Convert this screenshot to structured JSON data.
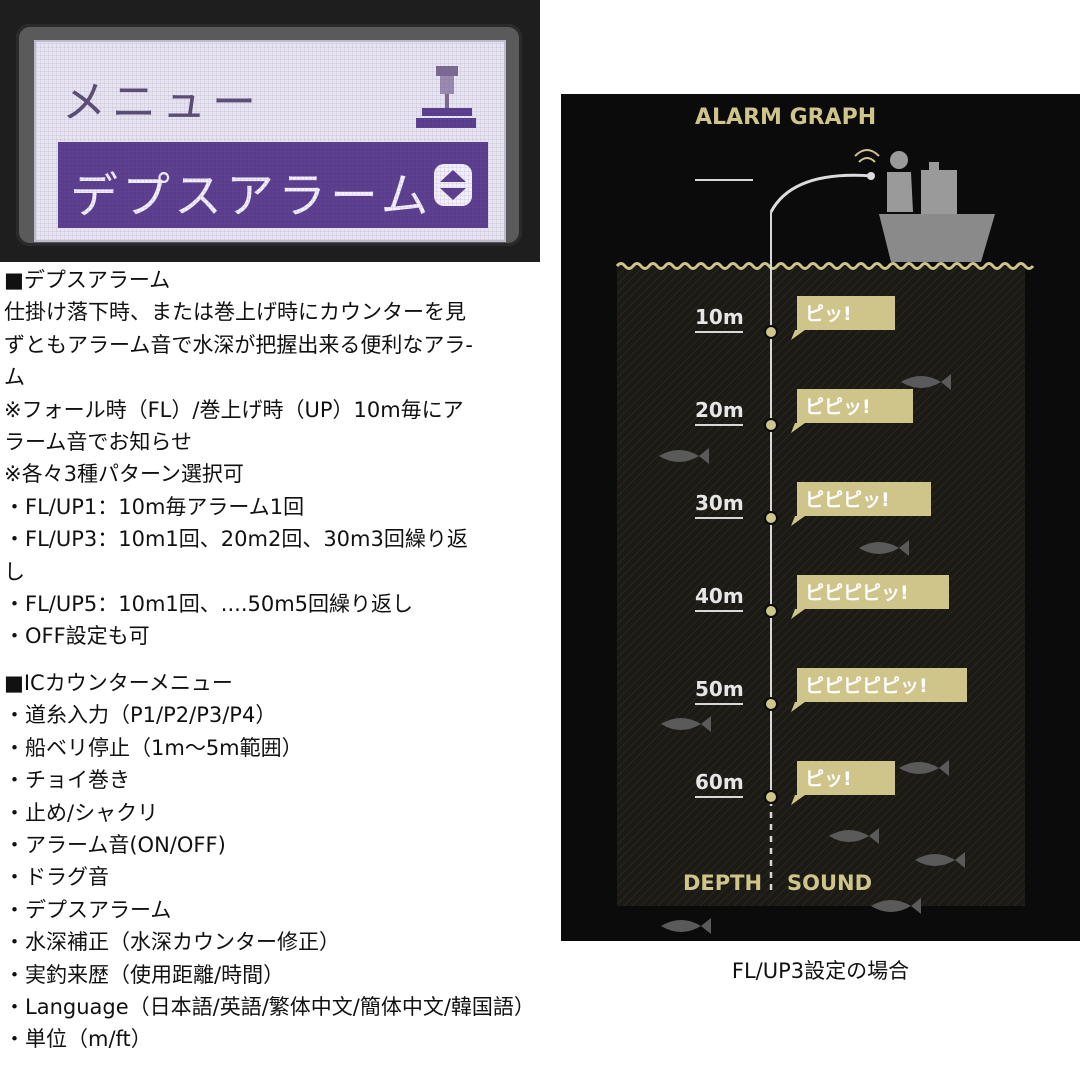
{
  "lcd": {
    "menu_title": "メニュー",
    "selected_item": "デプスアラーム",
    "icons": [
      "angler-icon",
      "up-down-arrow-icon"
    ]
  },
  "spec": {
    "lines": [
      "■デプスアラーム",
      "仕掛け落下時、または巻上げ時にカウンターを見",
      "ずともアラーム音で水深が把握出来る便利なアラ-",
      "ム",
      "※フォール時（FL）/巻上げ時（UP）10m毎にア",
      "ラーム音でお知らせ",
      "※各々3種パターン選択可",
      "・FL/UP1：10m毎アラーム1回",
      "・FL/UP3：10m1回、20m2回、30m3回繰り返",
      "し",
      "・FL/UP5：10m1回、....50m5回繰り返し",
      "・OFF設定も可",
      "",
      "■ICカウンターメニュー",
      "・道糸入力（P1/P2/P3/P4）",
      "・船ベリ停止（1m〜5m範囲）",
      "・チョイ巻き",
      "・止め/シャクリ",
      "・アラーム音(ON/OFF)",
      "・ドラグ音",
      "・デプスアラーム",
      "・水深補正（水深カウンター修正）",
      "・実釣来歴（使用距離/時間）",
      "・Language（日本語/英語/繁体中文/簡体中文/韓国語）",
      "・単位（m/ft）"
    ]
  },
  "graph": {
    "title": "ALARM GRAPH",
    "footer_left": "DEPTH",
    "footer_right": "SOUND",
    "colors": {
      "background": "#0b0b0b",
      "water": "#1c1a14",
      "accent": "#cfc48a",
      "fish": "#5a5a5a",
      "boat": "#8a8a8a"
    },
    "markers": [
      {
        "depth": "10m",
        "sound": "ピッ!"
      },
      {
        "depth": "20m",
        "sound": "ピピッ!"
      },
      {
        "depth": "30m",
        "sound": "ピピピッ!"
      },
      {
        "depth": "40m",
        "sound": "ピピピピッ!"
      },
      {
        "depth": "50m",
        "sound": "ピピピピピッ!"
      },
      {
        "depth": "60m",
        "sound": "ピッ!"
      }
    ]
  },
  "caption": "FL/UP3設定の場合"
}
